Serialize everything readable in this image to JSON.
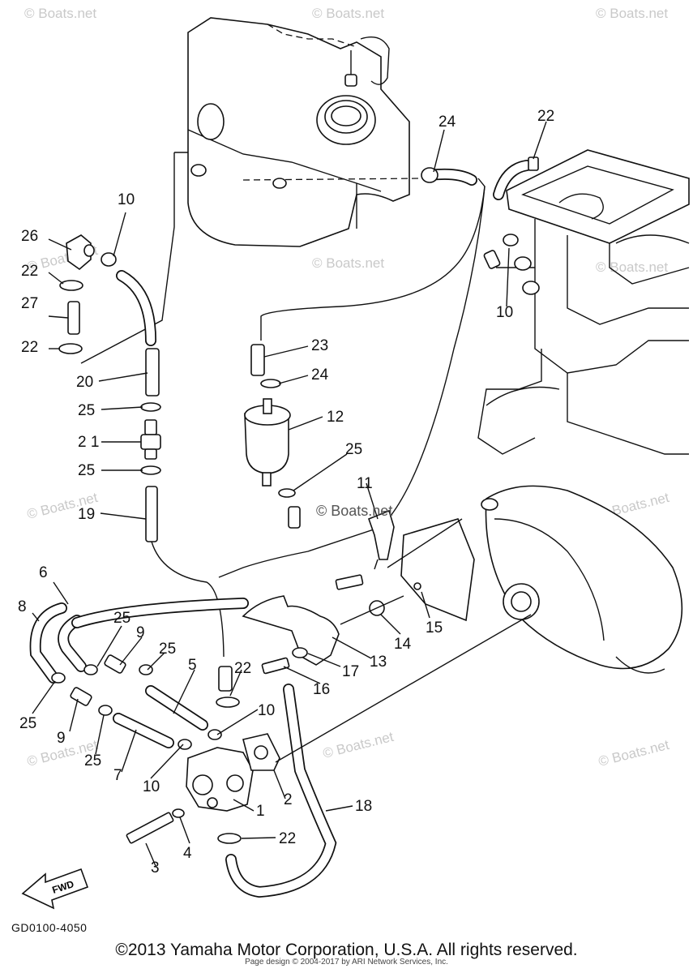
{
  "watermark": "© Boats.net",
  "callouts": {
    "p1": "1",
    "p2": "2",
    "p3": "3",
    "p4": "4",
    "p5": "5",
    "p6": "6",
    "p7": "7",
    "p8": "8",
    "p9a": "9",
    "p9b": "9",
    "p10a": "10",
    "p10b": "10",
    "p10c": "10",
    "p10d": "10",
    "p11": "11",
    "p12": "12",
    "p13": "13",
    "p14": "14",
    "p15": "15",
    "p16": "16",
    "p17": "17",
    "p18": "18",
    "p19": "19",
    "p20": "20",
    "p21": "2 1",
    "p22a": "22",
    "p22b": "22",
    "p22c": "22",
    "p22d": "22",
    "p22e": "22",
    "p23": "23",
    "p24a": "24",
    "p24b": "24",
    "p25a": "25",
    "p25b": "25",
    "p25c": "25",
    "p25d": "25",
    "p25e": "25",
    "p25f": "25",
    "p25g": "25",
    "p26": "26",
    "p27": "27"
  },
  "fwd_label": "FWD",
  "figure_code": "GD0100-4050",
  "copyright": "©2013 Yamaha Motor Corporation, U.S.A. All rights reserved.",
  "page_credit": "Page design © 2004-2017 by ARI Network Services, Inc."
}
